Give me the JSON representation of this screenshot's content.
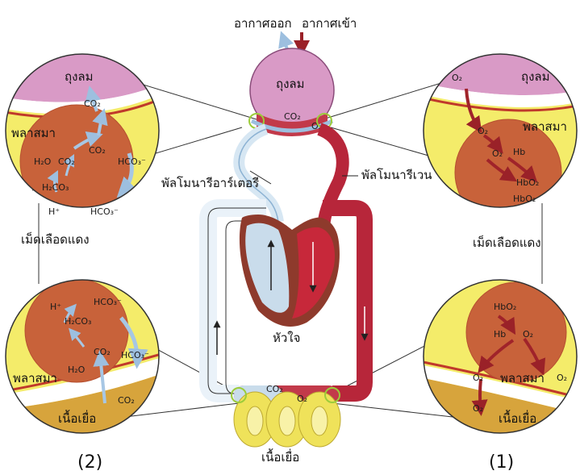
{
  "top": {
    "air_out": "อากาศออก",
    "air_in": "อากาศเข้า"
  },
  "center": {
    "alveolus": "ถุงลม",
    "co2": "CO₂",
    "o2": "O₂",
    "pulmonary_artery": "พัลโมนารีอาร์เตอรี",
    "pulmonary_vein": "พัลโมนารีเวน",
    "heart": "หัวใจ",
    "tissue": "เนื้อเยื่อ",
    "co2_tissue": "CO₂",
    "o2_tissue": "O₂"
  },
  "left_top": {
    "alveolus": "ถุงลม",
    "plasma": "พลาสมา",
    "co2_a": "CO₂",
    "co2_b": "CO₂",
    "co2_c": "CO₂",
    "h2o": "H₂O",
    "h2co3": "H₂CO₃",
    "h": "H⁺",
    "hco3_a": "HCO₃⁻",
    "hco3_b": "HCO₃⁻"
  },
  "left_mid": {
    "rbc": "เม็ดเลือดแดง"
  },
  "left_bottom": {
    "plasma": "พลาสมา",
    "tissue": "เนื้อเยื่อ",
    "hco3_a": "HCO₃⁻",
    "hco3_b": "HCO₃⁻",
    "h": "H⁺",
    "h2co3": "H₂CO₃",
    "co2_a": "CO₂",
    "co2_b": "CO₂",
    "h2o": "H₂O"
  },
  "right_top": {
    "alveolus": "ถุงลม",
    "plasma": "พลาสมา",
    "o2_a": "O₂",
    "o2_b": "O₂",
    "o2_c": "O₂",
    "hb": "Hb",
    "hbo2_a": "HbO₂",
    "hbo2_b": "HbO₂"
  },
  "right_mid": {
    "rbc": "เม็ดเลือดแดง"
  },
  "right_bottom": {
    "plasma": "พลาสมา",
    "tissue": "เนื้อเยื่อ",
    "hbo2": "HbO₂",
    "hb": "Hb",
    "o2_a": "O₂",
    "o2_b": "O₂",
    "o2_c": "O₂",
    "o2_d": "O₂"
  },
  "numbers": {
    "left": "(2)",
    "right": "(1)"
  },
  "colors": {
    "alveolus": "#d99ac6",
    "plasma": "#f4ec6a",
    "rbc": "#c8623a",
    "vessel": "#b7263a",
    "arrow_blue": "#a7c7e4",
    "arrow_red": "#a0232a",
    "tissue": "#efe25a",
    "highlight": "#9ccc3a"
  }
}
